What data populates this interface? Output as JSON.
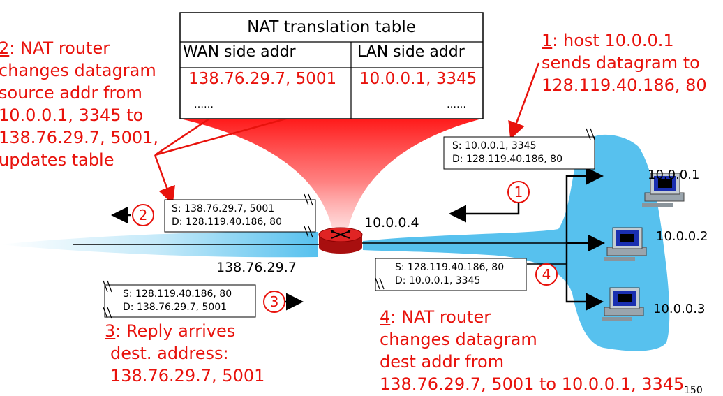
{
  "nat_table": {
    "title": "NAT translation table",
    "col_wan": "WAN side addr",
    "col_lan": "LAN side addr",
    "row_wan": "138.76.29.7, 5001",
    "row_lan": "10.0.0.1, 3345",
    "ellipsis_wan": "……",
    "ellipsis_lan": "……"
  },
  "steps": {
    "s1": {
      "num": "1",
      "colon": ":",
      "lines": [
        "host 10.0.0.1",
        "sends datagram to",
        "128.119.40.186, 80"
      ]
    },
    "s2": {
      "num": "2",
      "colon": ":",
      "lines": [
        "NAT router",
        "changes datagram",
        "source addr from",
        "10.0.0.1, 3345 to",
        "138.76.29.7, 5001,",
        "updates table"
      ]
    },
    "s3": {
      "num": "3",
      "colon": ":",
      "lines": [
        "Reply arrives",
        "dest. address:",
        "138.76.29.7, 5001"
      ]
    },
    "s4": {
      "num": "4",
      "colon": ":",
      "lines": [
        "NAT router",
        "changes datagram",
        "dest addr from",
        "138.76.29.7, 5001 to 10.0.0.1, 3345"
      ]
    }
  },
  "packets": {
    "p1": {
      "src": "S: 10.0.0.1, 3345",
      "dst": "D: 128.119.40.186, 80"
    },
    "p2": {
      "src": "S: 138.76.29.7, 5001",
      "dst": "D: 128.119.40.186, 80"
    },
    "p3": {
      "src": "S: 128.119.40.186, 80",
      "dst": "D: 138.76.29.7, 5001"
    },
    "p4": {
      "src": "S: 128.119.40.186, 80",
      "dst": "D: 10.0.0.1, 3345"
    }
  },
  "badges": [
    "1",
    "2",
    "3",
    "4"
  ],
  "addresses": {
    "router_lan": "10.0.0.4",
    "router_wan": "138.76.29.7",
    "host1": "10.0.0.1",
    "host2": "10.0.0.2",
    "host3": "10.0.0.3"
  },
  "slide_number": "150",
  "colors": {
    "accent": "#e8120c",
    "network": "#57c1ee",
    "router": "#d91c1c"
  },
  "icons": [
    "router-icon",
    "computer-icon"
  ]
}
